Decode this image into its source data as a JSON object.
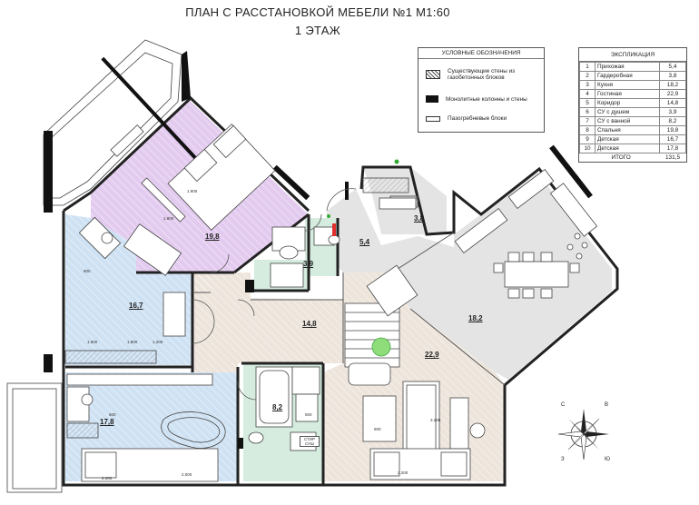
{
  "header": {
    "title": "ПЛАН С РАССТАНОВКОЙ МЕБЕЛИ №1   М1:60",
    "subtitle": "1 ЭТАЖ"
  },
  "legend": {
    "title": "УСЛОВНЫЕ ОБОЗНАЧЕНИЯ",
    "items": [
      {
        "label": "Существующие стены из газобетонных блоков"
      },
      {
        "label": "Монолитные колонны и стены"
      },
      {
        "label": "Пазогребневые блоки"
      }
    ]
  },
  "explication": {
    "title": "ЭКСПЛИКАЦИЯ",
    "rows": [
      {
        "no": "1",
        "name": "Прихожая",
        "area": "5,4"
      },
      {
        "no": "2",
        "name": "Гардеробная",
        "area": "3,8"
      },
      {
        "no": "3",
        "name": "Кухня",
        "area": "18,2"
      },
      {
        "no": "4",
        "name": "Гостиная",
        "area": "22,9"
      },
      {
        "no": "5",
        "name": "Коридор",
        "area": "14,8"
      },
      {
        "no": "6",
        "name": "СУ с душем",
        "area": "3,9"
      },
      {
        "no": "7",
        "name": "СУ с ванной",
        "area": "8,2"
      },
      {
        "no": "8",
        "name": "Спальня",
        "area": "19,8"
      },
      {
        "no": "9",
        "name": "Детская",
        "area": "16,7"
      },
      {
        "no": "10",
        "name": "Детская",
        "area": "17,8"
      }
    ],
    "total_label": "ИТОГО",
    "total_area": "131,5"
  },
  "plan": {
    "room_areas": {
      "bedroom": "19,8",
      "kids1": "16,7",
      "kids2": "17,8",
      "corridor": "14,8",
      "shower": "3,9",
      "bath": "8,2",
      "hall": "5,4",
      "wardrobe": "3,8",
      "kitchen": "18,2",
      "living": "22,9"
    },
    "labels": {
      "washer": "СТИР\nСУШ"
    },
    "dims": [
      "1.600",
      "1.800",
      "1.200",
      "2.000",
      "2.000",
      "1.800",
      "2.200",
      "3.200",
      "1.900",
      "600",
      "800",
      "600",
      "900"
    ]
  },
  "compass": {
    "n": "С",
    "w": "З",
    "s": "Ю",
    "e": "В"
  },
  "colors": {
    "bedroom": "#e3cbef",
    "kids1": "#cfe2f3",
    "kids2": "#cfe2f3",
    "corridor": "#ede5dc",
    "living": "#ede5dc",
    "kitchen": "#e4e4e4",
    "bath": "#d5ecdf",
    "wall": "#111111"
  }
}
